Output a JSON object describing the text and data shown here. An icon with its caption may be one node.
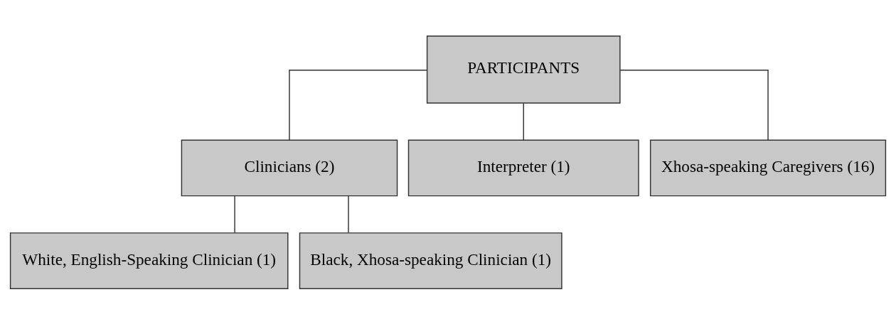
{
  "diagram": {
    "nodes": [
      {
        "text": [
          "PARTICIPANTS"
        ]
      },
      {
        "text": [
          "Clinicians (2)"
        ]
      },
      {
        "text": [
          "Interpreter (1)"
        ]
      },
      {
        "text": [
          "Xhosa-speaking Caregivers (16)"
        ]
      },
      {
        "text": [
          "White, English-Speaking Clinician (1)"
        ]
      },
      {
        "text": [
          "Black, Xhosa-speaking Clinician (1)"
        ]
      }
    ],
    "edges": [
      {
        "from": 0,
        "to": 1,
        "arrow": "none"
      },
      {
        "from": 0,
        "to": 2,
        "arrow": "none"
      },
      {
        "from": 0,
        "to": 3,
        "arrow": "none"
      },
      {
        "from": 1,
        "to": 4,
        "arrow": "none"
      },
      {
        "from": 1,
        "to": 5,
        "arrow": "none"
      }
    ]
  }
}
